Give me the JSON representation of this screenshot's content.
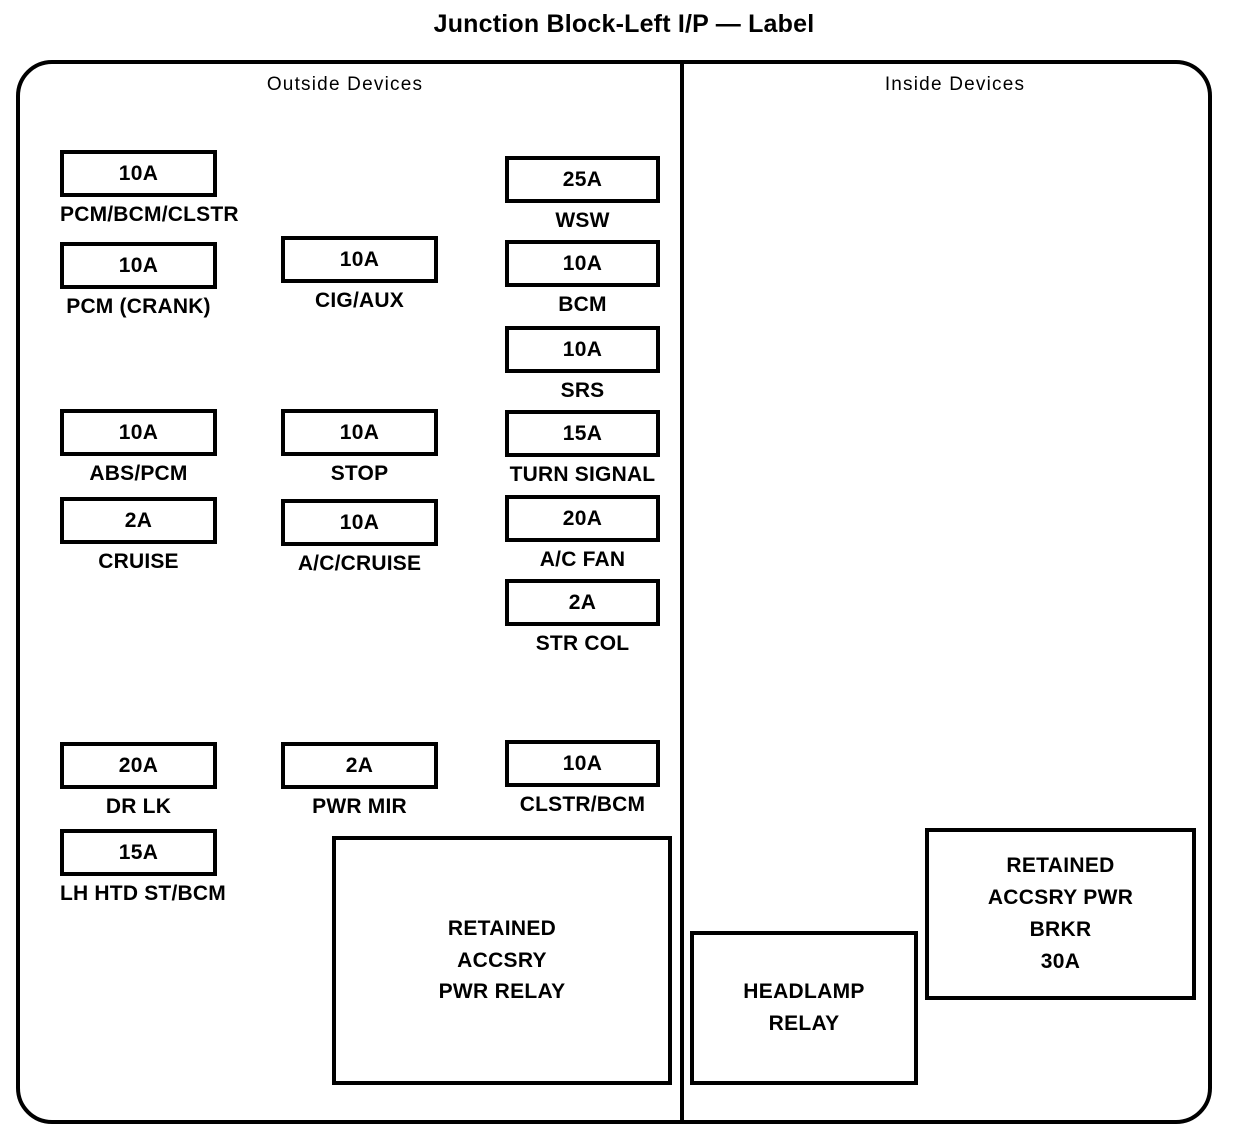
{
  "title": "Junction Block-Left I/P — Label",
  "sections": {
    "outside_label": "Outside  Devices",
    "inside_label": "Inside  Devices"
  },
  "colors": {
    "outline": "#000000",
    "background": "#ffffff",
    "text": "#000000"
  },
  "fuses": [
    {
      "rating": "10A",
      "caption": "PCM/BCM/CLSTR"
    },
    {
      "rating": "10A",
      "caption": "PCM (CRANK)"
    },
    {
      "rating": "10A",
      "caption": "ABS/PCM"
    },
    {
      "rating": "2A",
      "caption": "CRUISE"
    },
    {
      "rating": "20A",
      "caption": "DR LK"
    },
    {
      "rating": "15A",
      "caption": "LH HTD ST/BCM"
    },
    {
      "rating": "10A",
      "caption": "CIG/AUX"
    },
    {
      "rating": "10A",
      "caption": "STOP"
    },
    {
      "rating": "10A",
      "caption": "A/C/CRUISE"
    },
    {
      "rating": "2A",
      "caption": "PWR MIR"
    },
    {
      "rating": "25A",
      "caption": "WSW"
    },
    {
      "rating": "10A",
      "caption": "BCM"
    },
    {
      "rating": "10A",
      "caption": "SRS"
    },
    {
      "rating": "15A",
      "caption": "TURN SIGNAL"
    },
    {
      "rating": "20A",
      "caption": "A/C FAN"
    },
    {
      "rating": "2A",
      "caption": "STR COL"
    },
    {
      "rating": "10A",
      "caption": "CLSTR/BCM"
    }
  ],
  "relays": [
    {
      "lines": [
        "RETAINED",
        "ACCSRY",
        "PWR RELAY"
      ]
    },
    {
      "lines": [
        "HEADLAMP",
        "RELAY"
      ]
    },
    {
      "lines": [
        "RETAINED",
        "ACCSRY PWR",
        "BRKR",
        "30A"
      ]
    }
  ]
}
